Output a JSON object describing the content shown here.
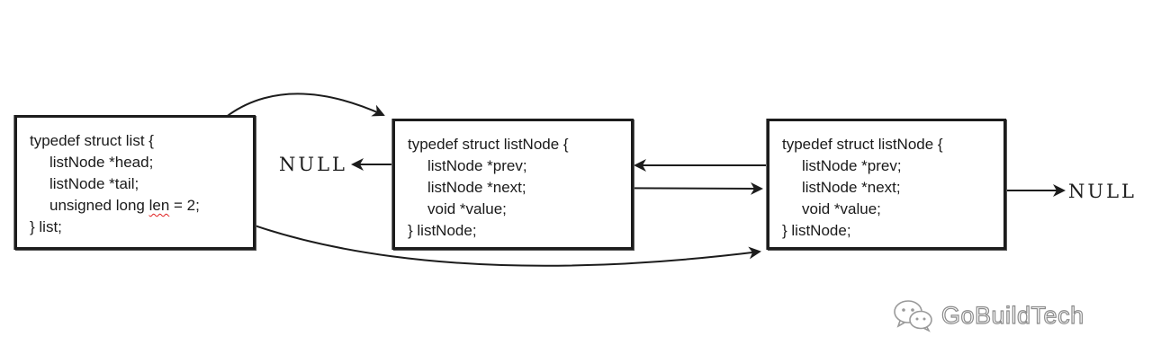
{
  "list_struct": {
    "open_line": "typedef struct list {",
    "head_line": "listNode *head;",
    "tail_line": "listNode *tail;",
    "len_prefix": "unsigned long ",
    "len_word": "len",
    "len_suffix": " = 2;",
    "close_line": "} list;"
  },
  "nodes": [
    {
      "open_line": "typedef struct listNode {",
      "prev_line": "listNode *prev;",
      "next_line": "listNode *next;",
      "value_line": "void *value;",
      "close_line": "} listNode;"
    },
    {
      "open_line": "typedef struct listNode {",
      "prev_line": "listNode *prev;",
      "next_line": "listNode *next;",
      "value_line": "void *value;",
      "close_line": "} listNode;"
    }
  ],
  "null_left": "NULL",
  "null_right": "NULL",
  "watermark": {
    "text": "GoBuildTech",
    "icon": "wechat-icon"
  },
  "colors": {
    "ink": "#1c1c1c",
    "spellcheck": "#e02020",
    "watermark_outline": "#8a8a8a"
  }
}
